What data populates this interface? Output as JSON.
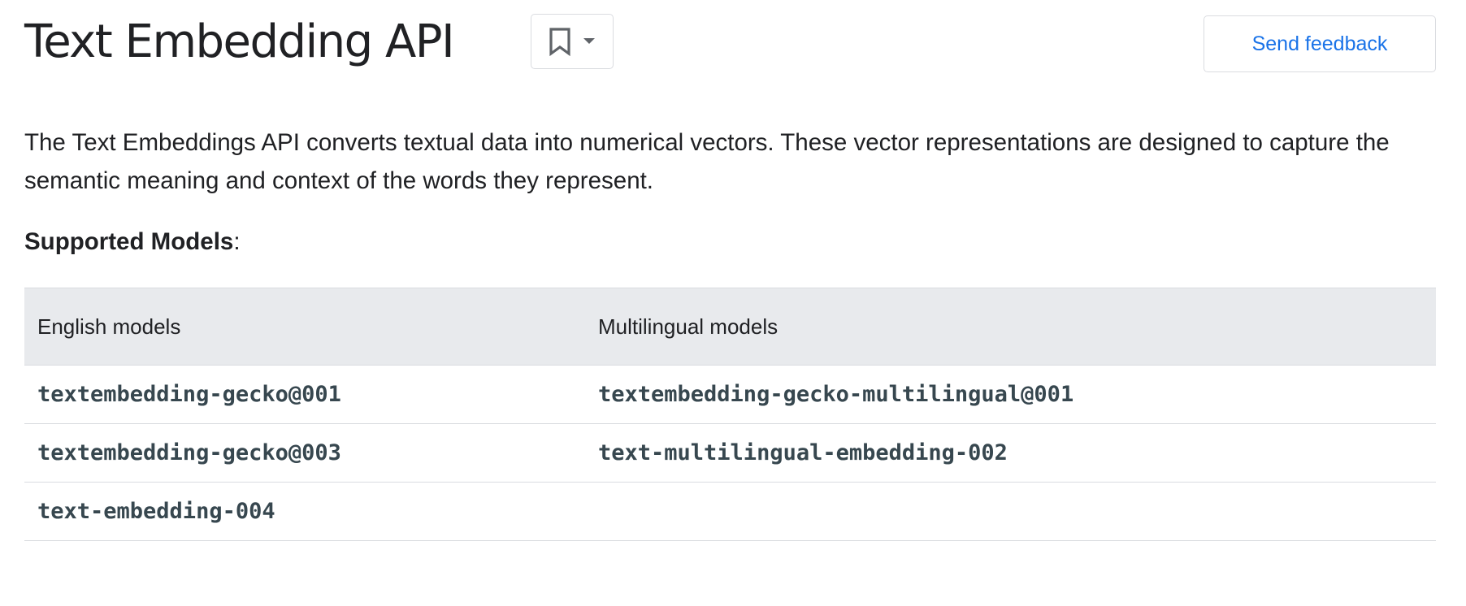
{
  "header": {
    "title": "Text Embedding API",
    "bookmark_icon": "bookmark-icon",
    "dropdown_icon": "caret-down-icon",
    "feedback_label": "Send feedback"
  },
  "intro": {
    "text": "The Text Embeddings API converts textual data into numerical vectors. These vector representations are designed to capture the semantic meaning and context of the words they represent."
  },
  "supported": {
    "heading": "Supported Models",
    "suffix": ":"
  },
  "table": {
    "columns": [
      "English models",
      "Multilingual models"
    ],
    "rows": [
      [
        "textembedding-gecko@001",
        "textembedding-gecko-multilingual@001"
      ],
      [
        "textembedding-gecko@003",
        "text-multilingual-embedding-002"
      ],
      [
        "text-embedding-004",
        ""
      ]
    ]
  },
  "colors": {
    "link": "#1a73e8",
    "table_header_bg": "#e8eaed",
    "border": "#dadce0",
    "code_text": "#37474f",
    "text": "#202124"
  }
}
